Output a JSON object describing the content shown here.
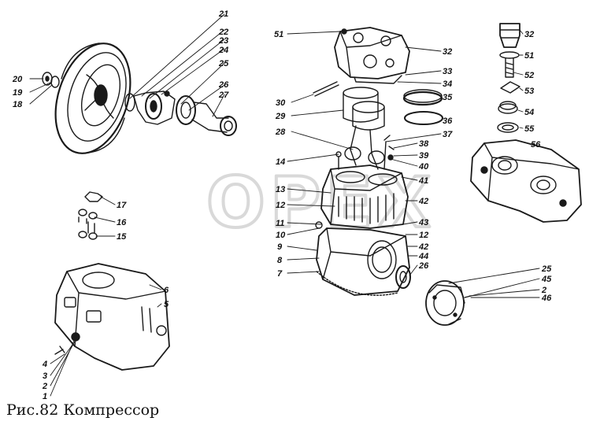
{
  "caption": "Рис.82 Компрессор",
  "watermark": "ОРЕХ",
  "colors": {
    "ink": "#1a1a1a",
    "paper": "#ffffff",
    "watermark": "#d9d9d9"
  },
  "callouts": {
    "c21": "21",
    "c22": "22",
    "c23": "23",
    "c24": "24",
    "c25a": "25",
    "c26a": "26",
    "c27": "27",
    "c20": "20",
    "c19": "19",
    "c18": "18",
    "c51a": "51",
    "c32a": "32",
    "c33": "33",
    "c34": "34",
    "c35": "35",
    "c30": "30",
    "c29": "29",
    "c36": "36",
    "c28": "28",
    "c37": "37",
    "c38": "38",
    "c39": "39",
    "c40": "40",
    "c41": "41",
    "c14": "14",
    "c13": "13",
    "c12a": "12",
    "c42a": "42",
    "c11": "11",
    "c43": "43",
    "c10": "10",
    "c12b": "12",
    "c9": "9",
    "c42b": "42",
    "c8": "8",
    "c44": "44",
    "c7": "7",
    "c26b": "26",
    "c17": "17",
    "c16": "16",
    "c15": "15",
    "c32b": "32",
    "c51b": "51",
    "c52": "52",
    "c53": "53",
    "c54": "54",
    "c55": "55",
    "c56": "56",
    "c6": "6",
    "c5": "5",
    "c4": "4",
    "c3": "3",
    "c2a": "2",
    "c1": "1",
    "c25b": "25",
    "c45": "45",
    "c2b": "2",
    "c46": "46"
  }
}
